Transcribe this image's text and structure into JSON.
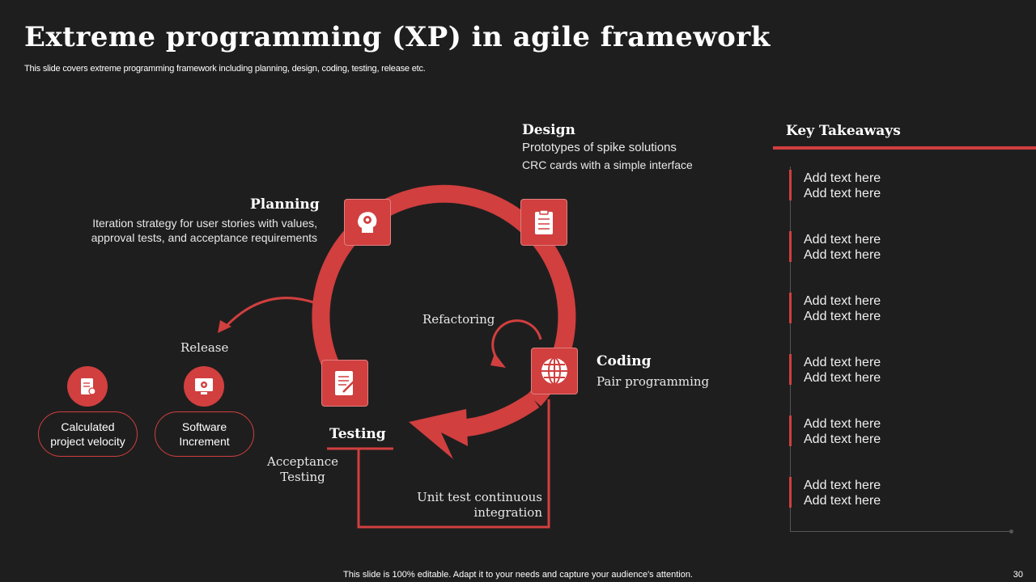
{
  "header": {
    "title": "Extreme programming (XP) in agile framework",
    "subtitle": "This slide covers extreme programming framework including planning, design, coding, testing, release etc."
  },
  "stages": {
    "design": {
      "title": "Design",
      "line1": "Prototypes  of spike solutions",
      "line2": "CRC cards with a simple interface"
    },
    "planning": {
      "title": "Planning",
      "line1": "Iteration strategy for user stories with values,",
      "line2": "approval tests, and acceptance requirements"
    },
    "coding": {
      "title": "Coding",
      "line1": "Pair programming"
    },
    "testing": {
      "title": "Testing",
      "acceptance": "Acceptance Testing"
    },
    "refactoring": "Refactoring",
    "unit_test": "Unit test continuous integration",
    "release": "Release"
  },
  "outputs": [
    {
      "label": "Calculated project velocity",
      "icon": "report-icon"
    },
    {
      "label": "Software Increment",
      "icon": "software-icon"
    }
  ],
  "takeaways": {
    "title": "Key Takeaways",
    "items": [
      {
        "line1": "Add text here",
        "line2": "Add text here"
      },
      {
        "line1": "Add text here",
        "line2": "Add text here"
      },
      {
        "line1": "Add text here",
        "line2": "Add text here"
      },
      {
        "line1": "Add text here",
        "line2": "Add text here"
      },
      {
        "line1": "Add text here",
        "line2": "Add text here"
      },
      {
        "line1": "Add text here",
        "line2": "Add text here"
      }
    ]
  },
  "footer": {
    "note": "This slide is 100% editable. Adapt it to your needs and capture your audience's attention.",
    "page": "30"
  },
  "colors": {
    "accent": "#d13f3f",
    "background": "#1f1e1e"
  }
}
